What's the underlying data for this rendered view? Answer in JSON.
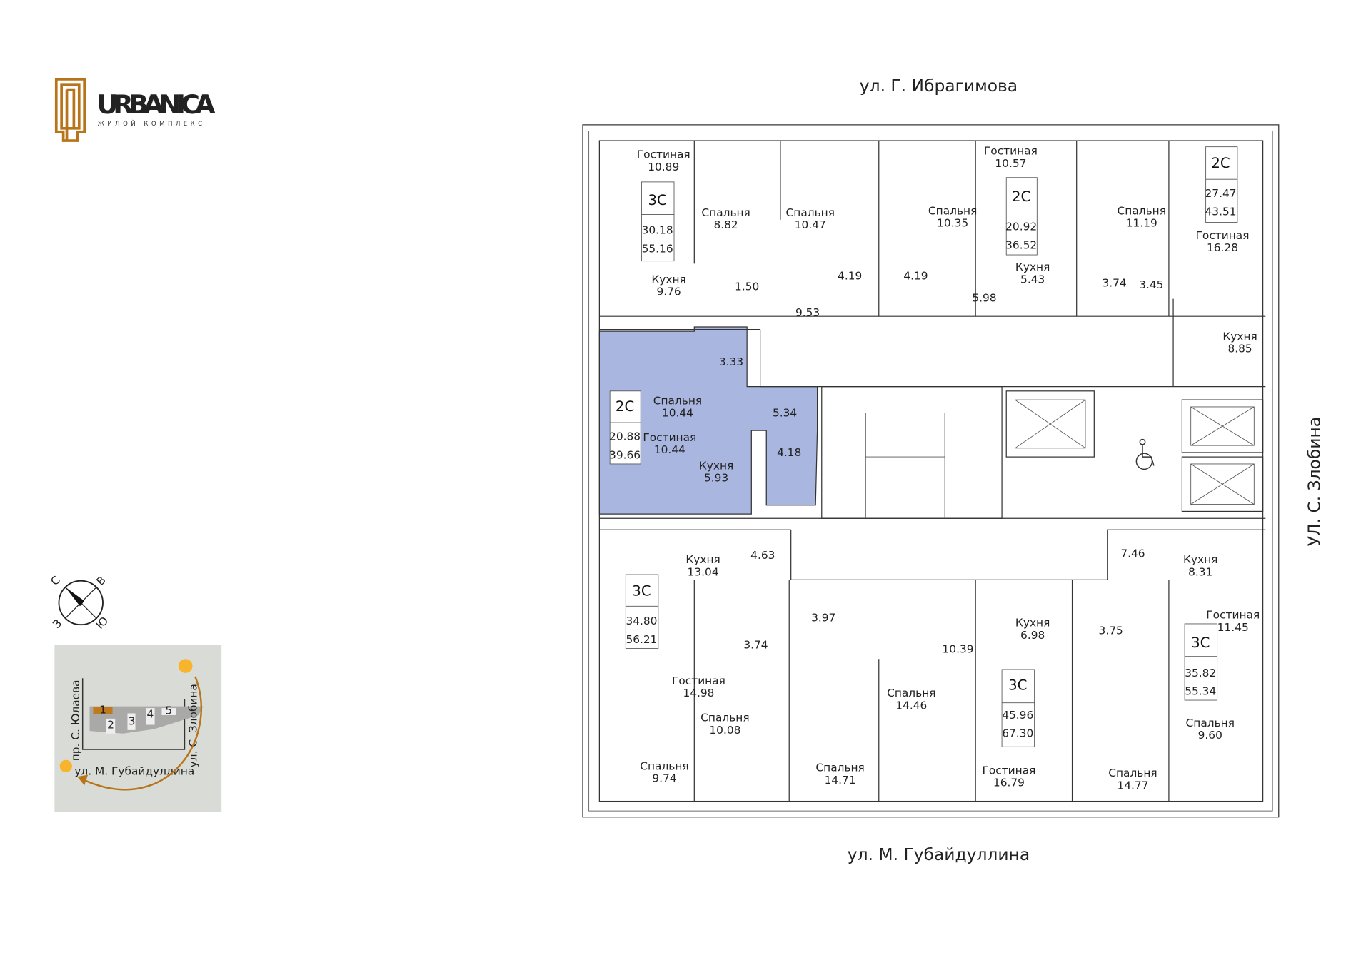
{
  "logo": {
    "title": "URBANICA",
    "subtitle": "ЖИЛОЙ КОМПЛЕКС",
    "color": "#B8741A"
  },
  "streets": {
    "top": "ул. Г. Ибрагимова",
    "bottom": "ул. М. Губайдуллина",
    "right": "УЛ. С. Злобина"
  },
  "compass": {
    "n": "С",
    "e": "В",
    "s": "Ю",
    "w": "З"
  },
  "site_map": {
    "street_left": "пр. С. Юлаева",
    "street_right": "ул. С. Злобина",
    "street_bottom": "ул. М. Губайдуллина",
    "buildings": [
      "1",
      "2",
      "3",
      "4",
      "5"
    ],
    "selected_building": "1",
    "accent": "#C07A1C",
    "background": "#D9DCD6"
  },
  "plan": {
    "highlight_color": "#A9B6E0",
    "rooms": [
      {
        "name": "Гостиная",
        "area": "10.89"
      },
      {
        "name": "Спальня",
        "area": "8.82"
      },
      {
        "name": "Спальня",
        "area": "10.47"
      },
      {
        "name": "Спальня",
        "area": "10.35"
      },
      {
        "name": "Гостиная",
        "area": "10.57"
      },
      {
        "name": "Кухня",
        "area": "5.43"
      },
      {
        "name": "Спальня",
        "area": "11.19"
      },
      {
        "name": "Гостиная",
        "area": "16.28"
      },
      {
        "name": "Кухня",
        "area": "8.85"
      },
      {
        "name": "Кухня",
        "area": "9.76"
      },
      {
        "name": "Спальня",
        "area": "10.44"
      },
      {
        "name": "Гостиная",
        "area": "10.44"
      },
      {
        "name": "Кухня",
        "area": "5.93"
      },
      {
        "name": "Кухня",
        "area": "13.04"
      },
      {
        "name": "Кухня",
        "area": "8.31"
      },
      {
        "name": "Кухня",
        "area": "6.98"
      },
      {
        "name": "Гостиная",
        "area": "11.45"
      },
      {
        "name": "Гостиная",
        "area": "14.98"
      },
      {
        "name": "Спальня",
        "area": "10.08"
      },
      {
        "name": "Спальня",
        "area": "14.46"
      },
      {
        "name": "Спальня",
        "area": "9.74"
      },
      {
        "name": "Спальня",
        "area": "14.71"
      },
      {
        "name": "Гостиная",
        "area": "16.79"
      },
      {
        "name": "Спальня",
        "area": "14.77"
      },
      {
        "name": "Спальня",
        "area": "9.60"
      }
    ],
    "areas": [
      "4.19",
      "4.19",
      "5.98",
      "3.74",
      "3.45",
      "1.50",
      "9.53",
      "3.33",
      "5.34",
      "4.18",
      "4.63",
      "7.46",
      "3.97",
      "3.74",
      "3.75",
      "10.39"
    ],
    "apartments": [
      {
        "type": "3С",
        "living": "30.18",
        "total": "55.16"
      },
      {
        "type": "2С",
        "living": "20.92",
        "total": "36.52"
      },
      {
        "type": "2С",
        "living": "27.47",
        "total": "43.51"
      },
      {
        "type": "2С",
        "living": "20.88",
        "total": "39.66",
        "selected": true
      },
      {
        "type": "3С",
        "living": "34.80",
        "total": "56.21"
      },
      {
        "type": "3С",
        "living": "35.82",
        "total": "55.34"
      },
      {
        "type": "3С",
        "living": "45.96",
        "total": "67.30"
      }
    ]
  }
}
